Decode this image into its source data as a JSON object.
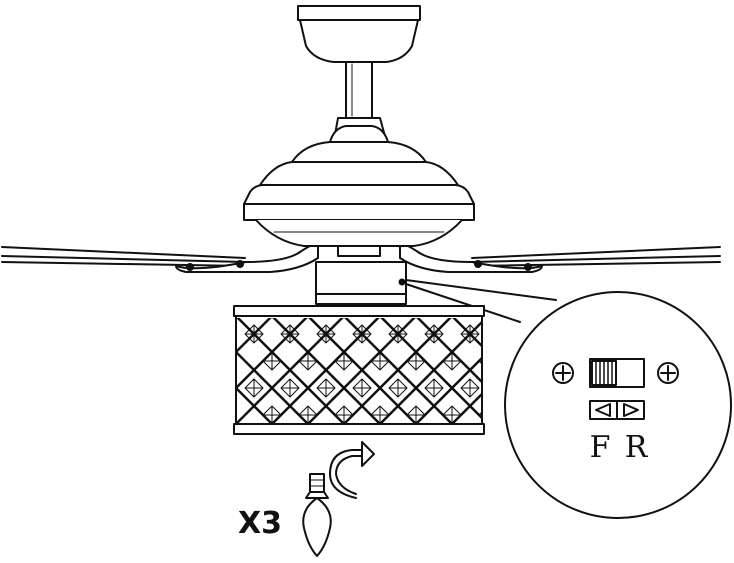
{
  "diagram": {
    "switch_labels": {
      "forward": "F",
      "reverse": "R"
    },
    "bulb_quantity": "X3",
    "stroke_color": "#111111",
    "background": "#ffffff"
  }
}
